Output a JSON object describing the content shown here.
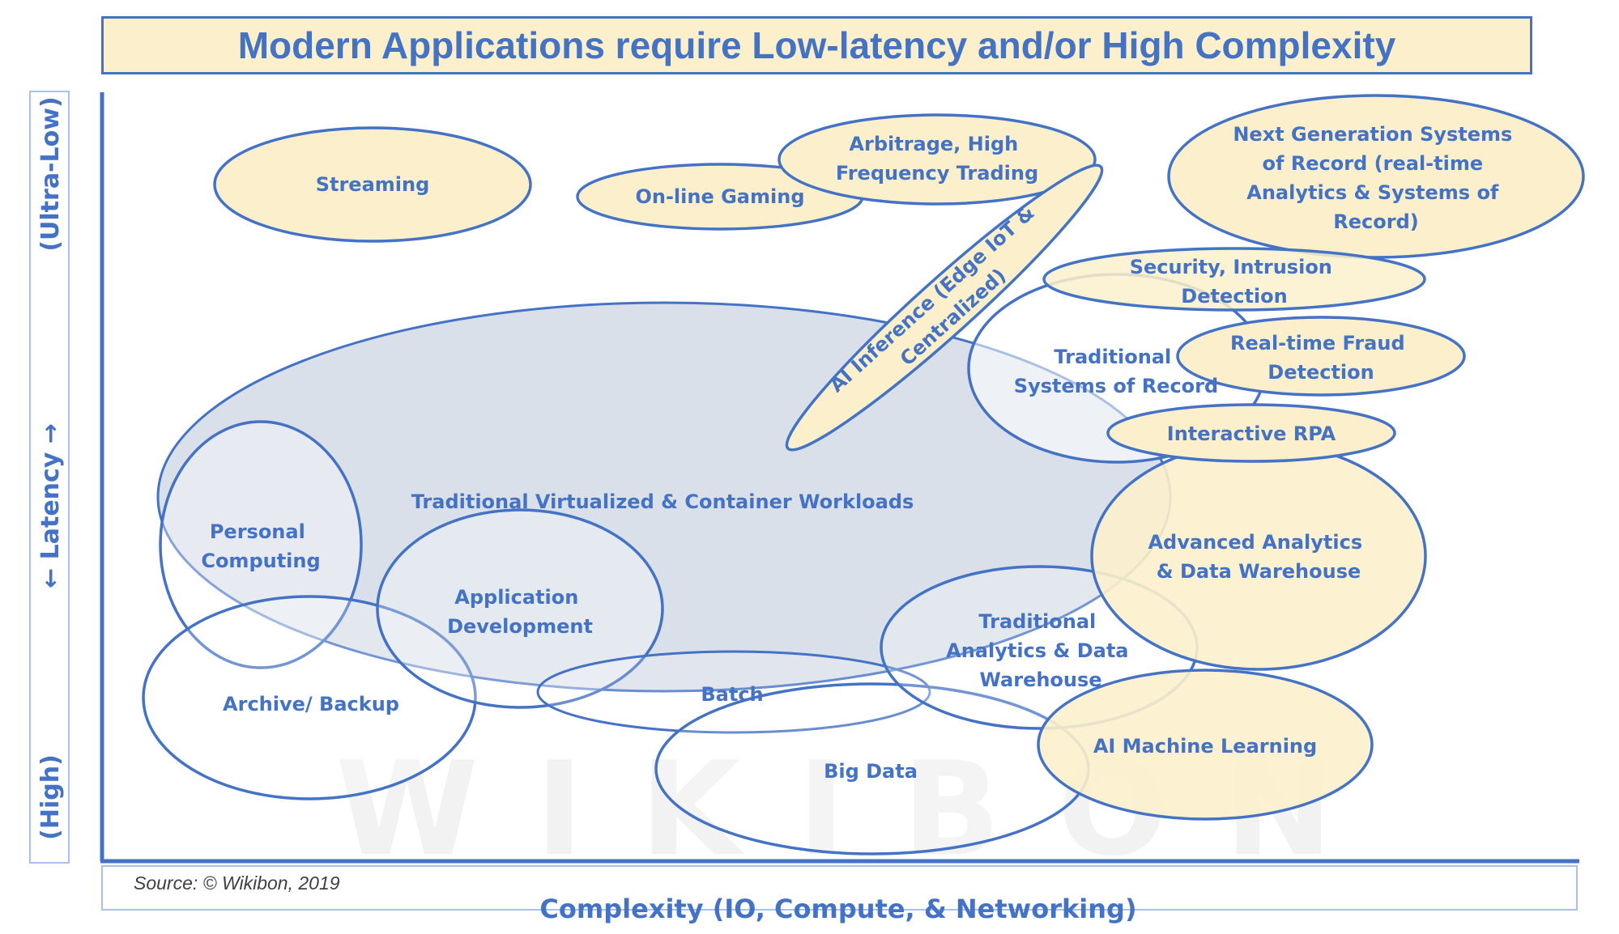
{
  "title": "Modern Applications require Low-latency and/or High Complexity",
  "axes": {
    "y_top": "(Ultra-Low)",
    "y_middle": "← Latency →",
    "y_bottom": "(High)",
    "x_label": "Complexity (IO, Compute, & Networking)"
  },
  "source": "Source: © Wikibon, 2019",
  "watermark": "WIKIBON",
  "colors": {
    "accent": "#4472c4",
    "yellow_fill": "#fcf0cc",
    "grey_fill": "#d3dae6"
  },
  "workloads": {
    "streaming": [
      "Streaming"
    ],
    "online_gaming": [
      "On-line Gaming"
    ],
    "arbitrage": [
      "Arbitrage, High",
      "Frequency Trading"
    ],
    "next_gen_sor": [
      "Next Generation Systems",
      "of Record (real-time",
      "Analytics & Systems of",
      "Record)"
    ],
    "ai_inference": [
      "AI Inference (Edge IoT &",
      "Centralized)"
    ],
    "security": [
      "Security, Intrusion",
      "Detection"
    ],
    "traditional_sor": [
      "Traditional",
      "Systems of Record"
    ],
    "fraud": [
      "Real-time Fraud",
      "Detection"
    ],
    "rpa": [
      "Interactive RPA"
    ],
    "virtualized": [
      "Traditional Virtualized & Container Workloads"
    ],
    "personal": [
      "Personal",
      "Computing"
    ],
    "app_dev": [
      "Application",
      "Development"
    ],
    "advanced_analytics": [
      "Advanced Analytics",
      "& Data Warehouse"
    ],
    "trad_analytics": [
      "Traditional",
      "Analytics & Data",
      "Warehouse"
    ],
    "archive": [
      "Archive/ Backup"
    ],
    "batch": [
      "Batch"
    ],
    "big_data": [
      "Big Data"
    ],
    "ai_ml": [
      "AI Machine Learning"
    ]
  }
}
